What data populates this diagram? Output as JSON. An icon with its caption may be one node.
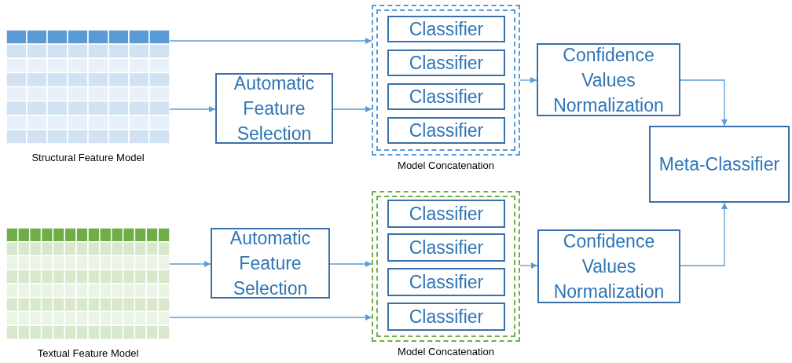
{
  "diagram": {
    "nodes": [
      {
        "text": [
          "Structural Feature Model"
        ]
      },
      {
        "text": [
          "Automatic Feature Selection"
        ]
      },
      {
        "text": [
          "Model Concatenation"
        ]
      },
      {
        "text": [
          "Classifier"
        ],
        "in": 2
      },
      {
        "text": [
          "Classifier"
        ],
        "in": 2
      },
      {
        "text": [
          "Classifier"
        ],
        "in": 2
      },
      {
        "text": [
          "Classifier"
        ],
        "in": 2
      },
      {
        "text": [
          "Confidence Values Normalization"
        ]
      },
      {
        "text": [
          "Meta-Classifier"
        ]
      },
      {
        "text": [
          "Textual Feature Model"
        ]
      },
      {
        "text": [
          "Automatic Feature Selection"
        ]
      },
      {
        "text": [
          "Model Concatenation"
        ]
      },
      {
        "text": [
          "Classifier"
        ],
        "in": 11
      },
      {
        "text": [
          "Classifier"
        ],
        "in": 11
      },
      {
        "text": [
          "Classifier"
        ],
        "in": 11
      },
      {
        "text": [
          "Classifier"
        ],
        "in": 11
      },
      {
        "text": [
          "Confidence Values Normalization"
        ]
      }
    ],
    "edges": [
      {
        "from": 0,
        "to": 2,
        "arrow": "to"
      },
      {
        "from": 0,
        "to": 1,
        "arrow": "to"
      },
      {
        "from": 1,
        "to": 2,
        "arrow": "to"
      },
      {
        "from": 2,
        "to": 7,
        "arrow": "to"
      },
      {
        "from": 7,
        "to": 8,
        "arrow": "to"
      },
      {
        "from": 9,
        "to": 10,
        "arrow": "to"
      },
      {
        "from": 9,
        "to": 11,
        "arrow": "to"
      },
      {
        "from": 10,
        "to": 11,
        "arrow": "to"
      },
      {
        "from": 11,
        "to": 16,
        "arrow": "to"
      },
      {
        "from": 16,
        "to": 8,
        "arrow": "to"
      }
    ]
  }
}
